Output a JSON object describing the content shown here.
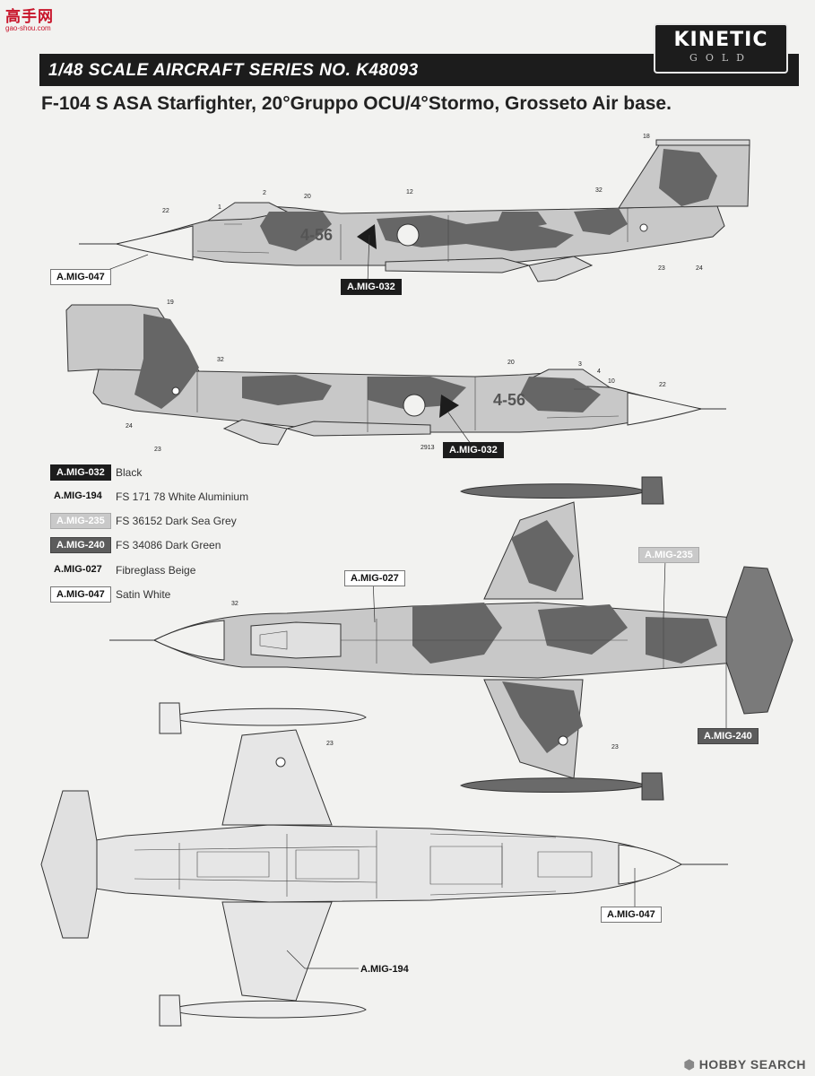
{
  "watermark": {
    "logo": "高手网",
    "url": "gao-shou.com"
  },
  "header": {
    "series": "1/48 SCALE  AIRCRAFT  SERIES NO. K48093"
  },
  "brand": {
    "name": "KINETIC",
    "sub": "GOLD"
  },
  "title": "F-104 S ASA Starfighter, 20°Gruppo OCU/4°Stormo, Grosseto Air base.",
  "legend": [
    {
      "code": "A.MIG-032",
      "desc": "Black"
    },
    {
      "code": "A.MIG-194",
      "desc": "FS 171 78 White Aluminium"
    },
    {
      "code": "A.MIG-235",
      "desc": "FS 36152 Dark Sea Grey"
    },
    {
      "code": "A.MIG-240",
      "desc": "FS 34086 Dark Green"
    },
    {
      "code": "A.MIG-027",
      "desc": "Fibreglass Beige"
    },
    {
      "code": "A.MIG-047",
      "desc": "Satin White"
    }
  ],
  "callouts": {
    "top_left": "A.MIG-047",
    "top_mid": "A.MIG-032",
    "side2_mid": "A.MIG-032",
    "plan_beige": "A.MIG-027",
    "plan_grey": "A.MIG-235",
    "plan_green": "A.MIG-240",
    "under_nose": "A.MIG-047",
    "under_wing": "A.MIG-194"
  },
  "codes": {
    "fuselage": "4-56"
  },
  "numbers": [
    "1",
    "2",
    "3",
    "4",
    "10",
    "12",
    "18",
    "19",
    "20",
    "22",
    "23",
    "24",
    "32",
    "2913"
  ],
  "footer": {
    "brand": "HOBBY SEARCH"
  }
}
